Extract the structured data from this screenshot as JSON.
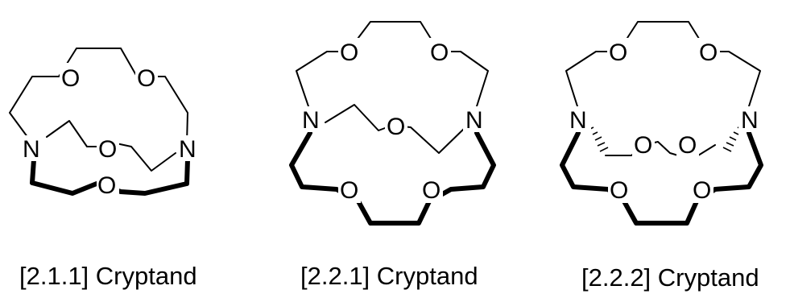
{
  "molecules": [
    {
      "caption": "[2.1.1] Cryptand",
      "atoms": {
        "n_left": "N",
        "n_right": "N",
        "o1": "O",
        "o2": "O",
        "o3": "O",
        "o4": "O"
      }
    },
    {
      "caption": "[2.2.1] Cryptand",
      "atoms": {
        "n_left": "N",
        "n_right": "N",
        "o1": "O",
        "o2": "O",
        "o3": "O",
        "o4": "O",
        "o5": "O"
      }
    },
    {
      "caption": "[2.2.2] Cryptand",
      "atoms": {
        "n_left": "N",
        "n_right": "N",
        "o1": "O",
        "o2": "O",
        "o3": "O",
        "o4": "O",
        "o5": "O",
        "o6": "O"
      }
    }
  ]
}
